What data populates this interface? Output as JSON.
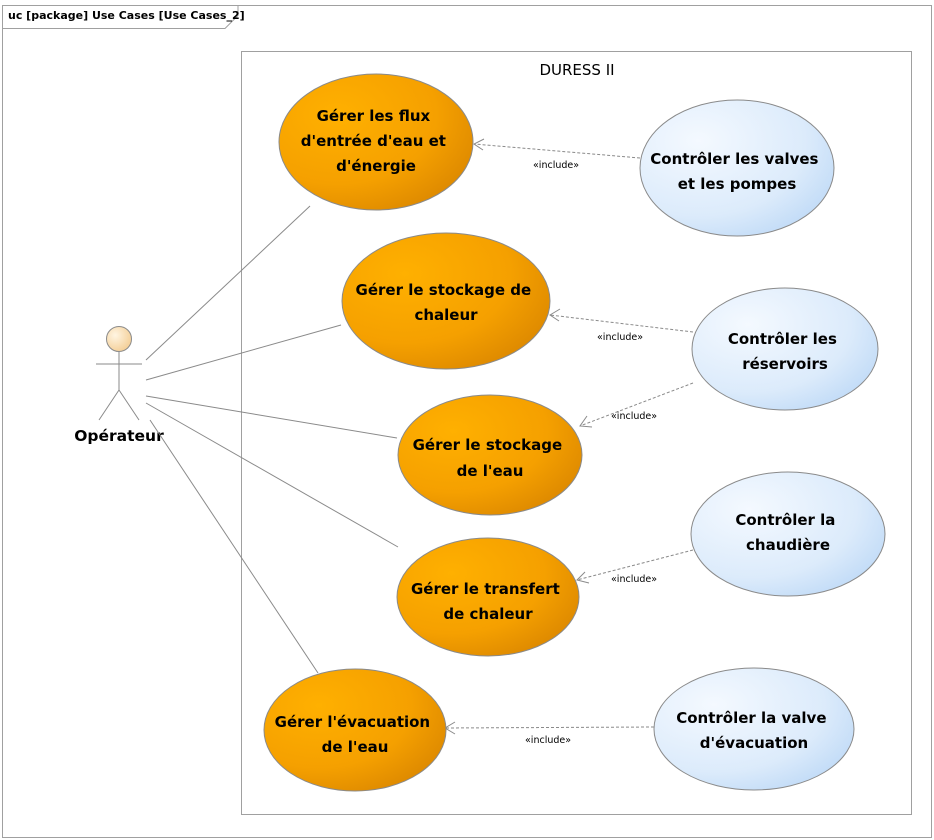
{
  "frame": {
    "title": "uc [package] Use Cases [Use Cases_2]"
  },
  "system": {
    "name": "DURESS II"
  },
  "actor": {
    "name": "Opérateur"
  },
  "colors": {
    "primary_fill": "#f5a400",
    "secondary_fill": "#d6e8fb",
    "line": "#8a8a8a"
  },
  "use_cases": {
    "gerer_flux": [
      "Gérer les flux",
      "d'entrée d'eau et",
      "d'énergie"
    ],
    "gerer_stockage_chaleur": [
      "Gérer le stockage de",
      "chaleur"
    ],
    "gerer_stockage_eau": [
      "Gérer le stockage",
      "de l'eau"
    ],
    "gerer_transfert": [
      "Gérer le transfert",
      "de chaleur"
    ],
    "gerer_evacuation": [
      "Gérer l'évacuation",
      "de l'eau"
    ],
    "controler_valves": [
      "Contrôler les valves",
      "et les pompes"
    ],
    "controler_reservoirs": [
      "Contrôler les",
      "réservoirs"
    ],
    "controler_chaudiere": [
      "Contrôler la",
      "chaudière"
    ],
    "controler_valve_evac": [
      "Contrôler la valve",
      "d'évacuation"
    ]
  },
  "include_label": "«include»"
}
